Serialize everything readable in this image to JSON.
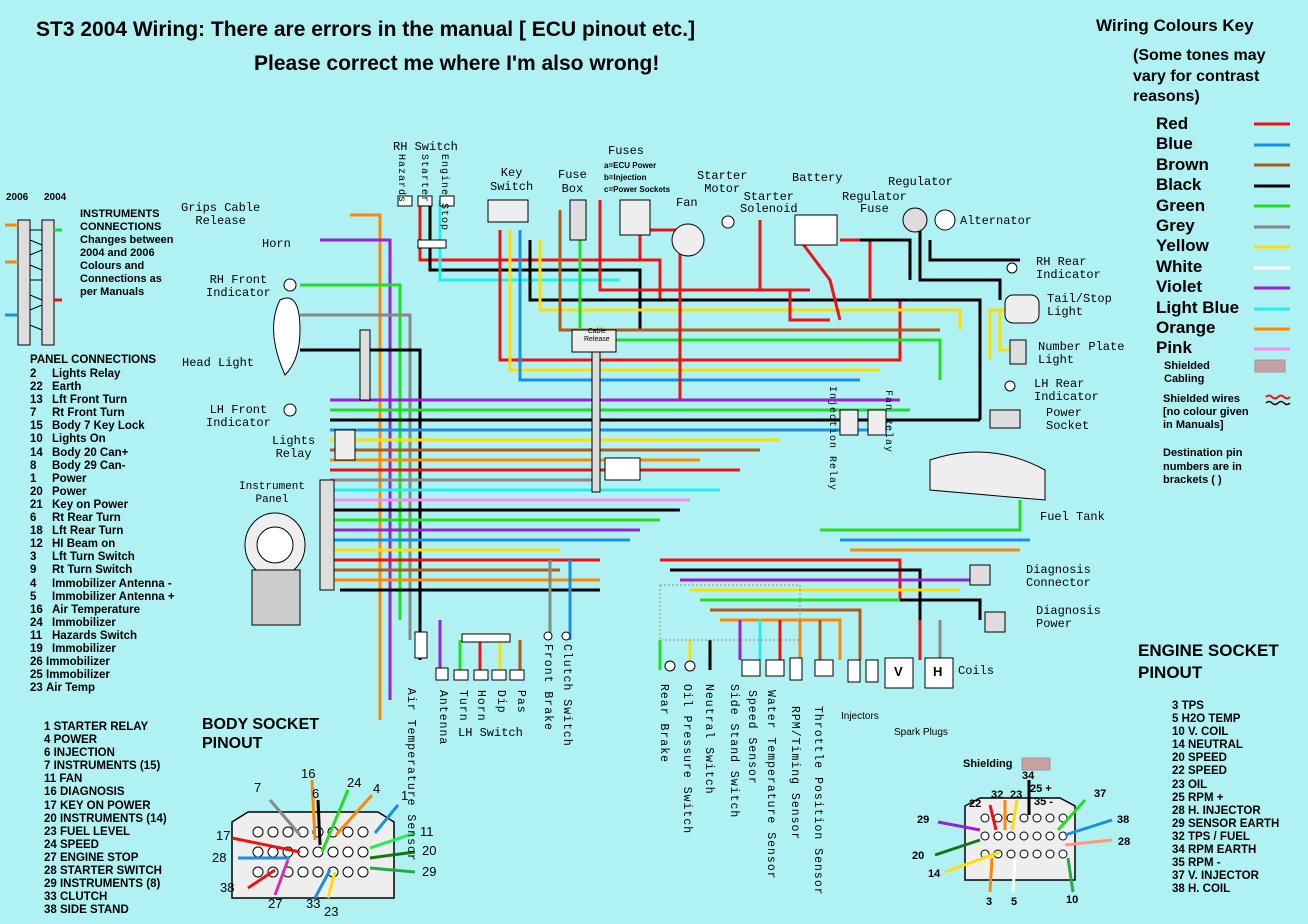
{
  "title": "ST3 2004 Wiring: There are errors in the manual [ ECU pinout etc.]",
  "subtitle": "Please correct me where I'm also wrong!",
  "colour_key": {
    "title": "Wiring Colours Key",
    "note": [
      "(Some tones may",
      "vary for contrast",
      "reasons)"
    ],
    "items": [
      {
        "name": "Red",
        "color": "#ee1111"
      },
      {
        "name": "Blue",
        "color": "#1a8ee0"
      },
      {
        "name": "Brown",
        "color": "#b05a1a"
      },
      {
        "name": "Black",
        "color": "#000000"
      },
      {
        "name": "Green",
        "color": "#22dd22"
      },
      {
        "name": "Grey",
        "color": "#888888"
      },
      {
        "name": "Yellow",
        "color": "#ffdd00"
      },
      {
        "name": "White",
        "color": "#ffffff"
      },
      {
        "name": "Violet",
        "color": "#9922cc"
      },
      {
        "name": "Light Blue",
        "color": "#22eeee"
      },
      {
        "name": "Orange",
        "color": "#ff8800"
      },
      {
        "name": "Pink",
        "color": "#ff88ee"
      }
    ],
    "shielded_cabling": [
      "Shielded",
      "Cabling"
    ],
    "shielded_wires": [
      "Shielded wires",
      "[no colour given",
      "in Manuals]"
    ],
    "destination": [
      "Destination pin",
      "numbers are in",
      "brackets ( )"
    ]
  },
  "instruments": {
    "year_a": "2006",
    "year_b": "2004",
    "lines": [
      "INSTRUMENTS",
      "CONNECTIONS",
      "Changes between",
      "2004 and 2006",
      " Colours and",
      " Connections as",
      " per Manuals"
    ]
  },
  "panel_connections": {
    "title": "PANEL CONNECTIONS",
    "rows": [
      {
        "n": "2",
        "label": "Lights Relay"
      },
      {
        "n": "22",
        "label": "Earth"
      },
      {
        "n": "13",
        "label": "Lft Front Turn"
      },
      {
        "n": "7",
        "label": "Rt Front Turn"
      },
      {
        "n": "15",
        "label": "Body 7 Key Lock"
      },
      {
        "n": "10",
        "label": "Lights On"
      },
      {
        "n": "14",
        "label": "Body 20 Can+"
      },
      {
        "n": "8",
        "label": "Body 29 Can-"
      },
      {
        "n": "1",
        "label": "Power"
      },
      {
        "n": "20",
        "label": "Power"
      },
      {
        "n": "21",
        "label": "Key on Power"
      },
      {
        "n": "6",
        "label": "Rt Rear Turn"
      },
      {
        "n": "18",
        "label": "Lft Rear Turn"
      },
      {
        "n": "12",
        "label": "HI Beam on"
      },
      {
        "n": "3",
        "label": "Lft Turn Switch"
      },
      {
        "n": "9",
        "label": "Rt Turn Switch"
      },
      {
        "n": "4",
        "label": "Immobilizer Antenna -"
      },
      {
        "n": "5",
        "label": "Immobilizer Antenna +"
      },
      {
        "n": "16",
        "label": "Air Temperature"
      },
      {
        "n": "24",
        "label": "Immobilizer"
      },
      {
        "n": "11",
        "label": "Hazards Switch"
      },
      {
        "n": "19",
        "label": "Immobilizer"
      },
      {
        "n": "26",
        "label": "Immobilizer"
      },
      {
        "n": "25",
        "label": "Immobilizer"
      },
      {
        "n": "23",
        "label": "Air Temp"
      }
    ]
  },
  "body_socket": {
    "title": [
      "BODY SOCKET",
      "PINOUT"
    ],
    "list": [
      "1 STARTER RELAY",
      "4 POWER",
      "6 INJECTION",
      "7 INSTRUMENTS (15)",
      "11 FAN",
      "16 DIAGNOSIS",
      "17 KEY ON POWER",
      "20 INSTRUMENTS (14)",
      "23 FUEL LEVEL",
      "24 SPEED",
      "27 ENGINE STOP",
      "28 STARTER SWITCH",
      "29 INSTRUMENTS (8)",
      "33 CLUTCH",
      "38 SIDE STAND"
    ],
    "pins": [
      "7",
      "16",
      "6",
      "24",
      "4",
      "1",
      "17",
      "11",
      "20",
      "28",
      "29",
      "38",
      "27",
      "33",
      "23"
    ]
  },
  "engine_socket": {
    "title": [
      "ENGINE SOCKET",
      "PINOUT"
    ],
    "list": [
      "3 TPS",
      "5 H2O TEMP",
      "10 V. COIL",
      "14 NEUTRAL",
      "20 SPEED",
      "22 SPEED",
      "23 OIL",
      "25 RPM +",
      "28 H. INJECTOR",
      "29 SENSOR EARTH",
      "32 TPS / FUEL",
      "34 RPM EARTH",
      "35 RPM -",
      "37 V. INJECTOR",
      "38 H. COIL"
    ],
    "shielding": "Shielding",
    "pins": [
      "34",
      "25 +",
      "35 -",
      "22",
      "32",
      "23",
      "37",
      "38",
      "29",
      "28",
      "20",
      "14",
      "3",
      "5",
      "10"
    ]
  },
  "components": {
    "rh_switch": "RH Switch",
    "rh_switch_sub": [
      "Hazards",
      "Starter",
      "Engine Stop"
    ],
    "key_switch": [
      "Key",
      "Switch"
    ],
    "fuse_box": [
      "Fuse",
      "Box"
    ],
    "fuses": "Fuses",
    "fuses_notes": [
      "a=ECU Power",
      "b=Injection",
      "c=Power Sockets"
    ],
    "fan": "Fan",
    "starter_motor": [
      "Starter",
      "Motor"
    ],
    "starter_solenoid": [
      "Starter",
      "Solenoid"
    ],
    "battery": "Battery",
    "regulator_fuse": [
      "Regulator",
      "Fuse"
    ],
    "regulator": "Regulator",
    "alternator": "Alternator",
    "grips": [
      "Grips Cable",
      "Release"
    ],
    "horn": "Horn",
    "rh_front": [
      "RH Front",
      "Indicator"
    ],
    "head_light": "Head Light",
    "lh_front": [
      "LH Front",
      "Indicator"
    ],
    "lights_relay": [
      "Lights",
      "Relay"
    ],
    "instrument_panel": [
      "Instrument",
      "Panel"
    ],
    "rh_rear": [
      "RH Rear",
      "Indicator"
    ],
    "tail_stop": [
      "Tail/Stop",
      "Light"
    ],
    "number_plate": [
      "Number Plate",
      "Light"
    ],
    "lh_rear": [
      "LH Rear",
      "Indicator"
    ],
    "power_socket": [
      "Power",
      "Socket"
    ],
    "fuel_tank": "Fuel Tank",
    "diag_connector": [
      "Diagnosis",
      "Connector"
    ],
    "diag_power": [
      "Diagnosis",
      "Power"
    ],
    "coils": "Coils",
    "coil_v": "V",
    "coil_h": "H",
    "injectors": "Injectors",
    "spark_plugs": "Spark Plugs",
    "injection_relay": "Injection Relay",
    "fan_relay": "Fan Relay",
    "cable_release": [
      "Cable",
      "Release"
    ],
    "lh_switch": "LH Switch",
    "air_temp": "Air Temperature Sensor",
    "antenna": "Antenna",
    "turn": "Turn",
    "horn_v": "Horn",
    "dip": "Dip",
    "pas": "Pas",
    "front_brake": "Front Brake",
    "clutch_switch": "Clutch Switch",
    "rear_brake": "Rear Brake",
    "oil_pressure": "Oil Pressure Switch",
    "neutral_switch": "Neutral Switch",
    "side_stand": "Side Stand Switch",
    "speed_sensor": "Speed Sensor",
    "water_temp": "Water Temperature Sensor",
    "rpm_timing": "RPM/Timing Sensor",
    "throttle": "Throttle Position Sensor"
  }
}
